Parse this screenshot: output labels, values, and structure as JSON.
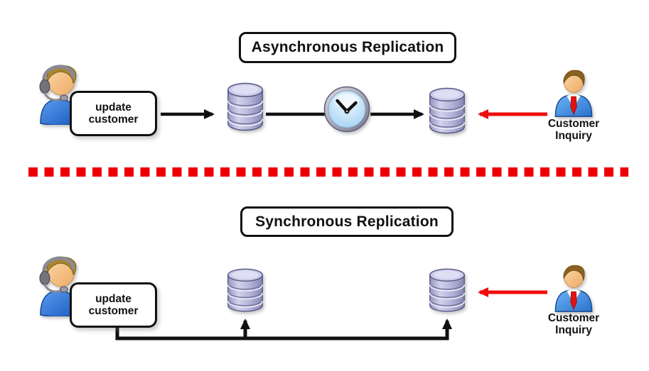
{
  "page": {
    "background": "#ffffff"
  },
  "colors": {
    "line_black": "#111111",
    "arrow_red": "#ee0e0e",
    "divider_red": "#ee0000",
    "box_border": "#111111",
    "database_fill": "#b4b4da",
    "clock_face": "#bfe1f7"
  },
  "async": {
    "title": "Asynchronous Replication",
    "update_box": {
      "line1": "update",
      "line2": "customer"
    },
    "inquiry": {
      "line1": "Customer",
      "line2": "Inquiry"
    }
  },
  "sync": {
    "title": "Synchronous Replication",
    "update_box": {
      "line1": "update",
      "line2": "customer"
    },
    "inquiry": {
      "line1": "Customer",
      "line2": "Inquiry"
    }
  }
}
